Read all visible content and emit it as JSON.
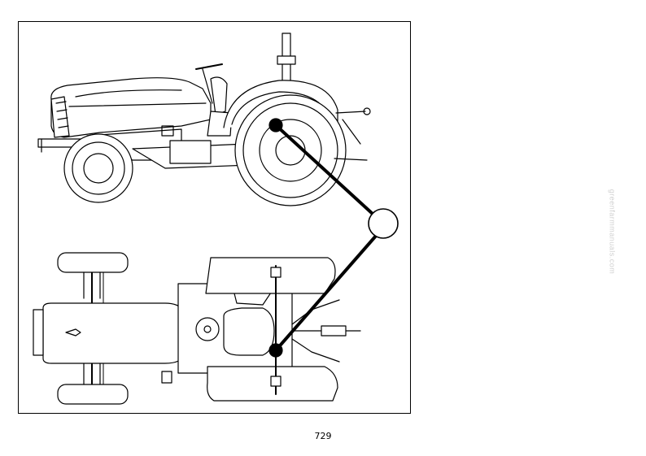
{
  "page": {
    "number": "729"
  },
  "watermark": {
    "text": "greenfarmmanuals.com"
  },
  "figure": {
    "side_view": "tractor-side-view",
    "top_view": "tractor-top-view",
    "callout": "rear-axle-callout"
  },
  "colors": {
    "ink": "#000000",
    "paper": "#ffffff",
    "watermark": "#d0d0d0"
  }
}
